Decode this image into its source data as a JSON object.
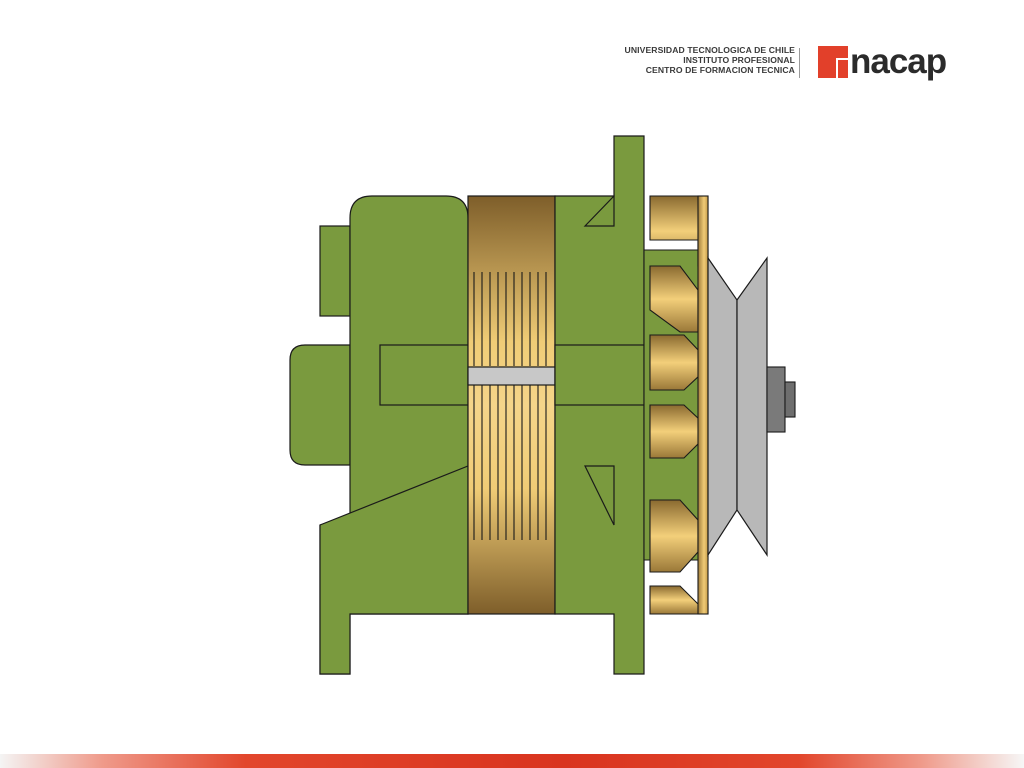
{
  "header": {
    "lines": [
      "UNIVERSIDAD TECNOLOGICA DE CHILE",
      "INSTITUTO PROFESIONAL",
      "CENTRO DE FORMACION TECNICA"
    ]
  },
  "brand": {
    "name": "nacap",
    "logo_mark_color": "#e2402a",
    "text_color": "#2b2b2b"
  },
  "diagram": {
    "subject": "alternator cross-section",
    "colors": {
      "housing": "#7a9a3e",
      "stator_dark": "#8a6a30",
      "stator_light": "#e8c36a",
      "fan_blade": "#d7a94d",
      "pulley": "#b8b8b8",
      "shaft_nut": "#7a7a7a",
      "gap": "#c8c8c8",
      "outline": "#1a1a1a"
    }
  },
  "footer": {
    "bar_color": "#d9341f"
  }
}
